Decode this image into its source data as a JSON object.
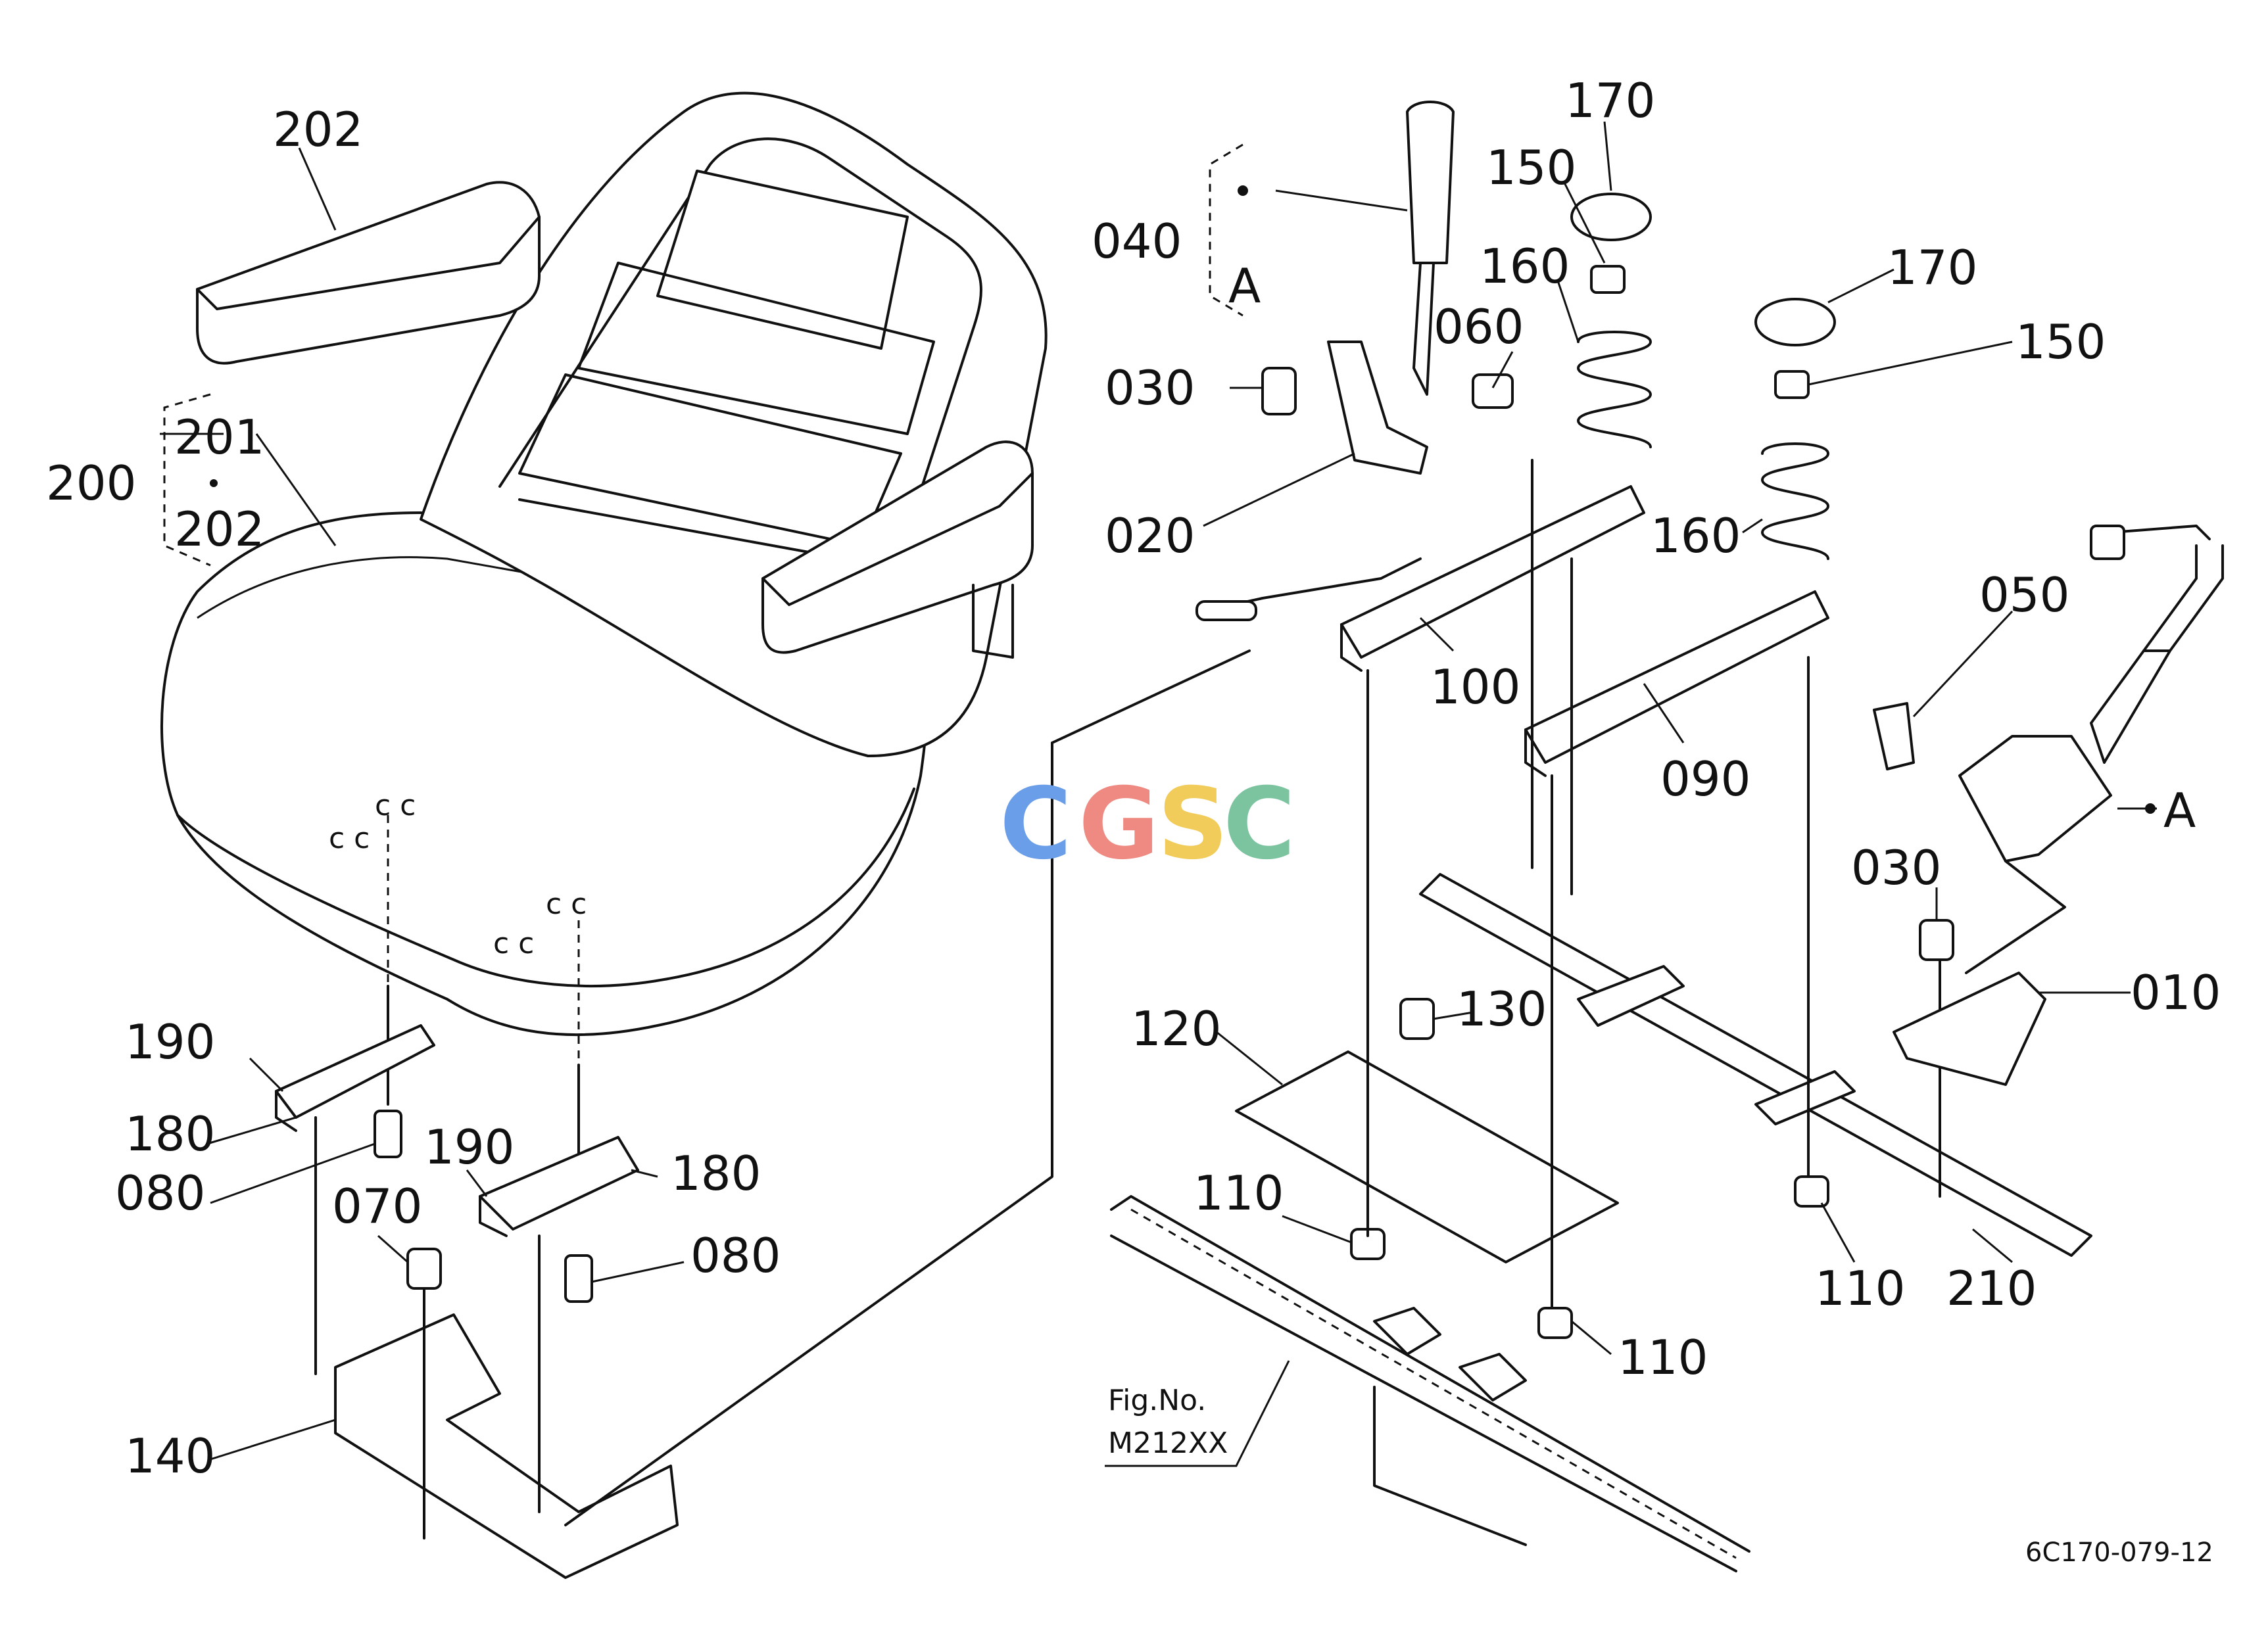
{
  "watermark": {
    "letters": [
      "C",
      "G",
      "S",
      "C"
    ],
    "colors": [
      "#6b9ee8",
      "#ef8a82",
      "#f2cc5a",
      "#7cc4a0"
    ]
  },
  "callouts": {
    "c202_top": "202",
    "c200": "200",
    "c201": "201",
    "c202_group": "202",
    "c190_left": "190",
    "c180_left": "180",
    "c080_left": "080",
    "c190_mid": "190",
    "c180_mid": "180",
    "c070": "070",
    "c080_mid": "080",
    "c140": "140",
    "c040": "040",
    "c040_ref": "A",
    "c030_left": "030",
    "c020": "020",
    "c060": "060",
    "c150_left": "150",
    "c170_left": "170",
    "c160_left": "160",
    "c170_right": "170",
    "c150_right": "150",
    "c160_right": "160",
    "c100": "100",
    "c090": "090",
    "c050": "050",
    "c050_ref": "A",
    "c030_right": "030",
    "c010": "010",
    "c120": "120",
    "c130": "130",
    "c110_left": "110",
    "c110_mid": "110",
    "c110_right": "110",
    "c210": "210"
  },
  "figure_reference": {
    "line1": "Fig.No.",
    "line2": "M212XX"
  },
  "drawing_code": "6C170-079-12"
}
